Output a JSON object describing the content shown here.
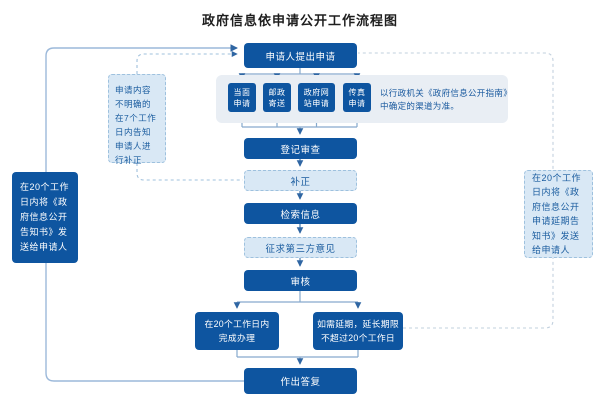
{
  "title": "政府信息依申请公开工作流程图",
  "flow": {
    "start": "申请人提出申请",
    "channels": [
      "当面\n申请",
      "邮政\n寄送",
      "政府网\n站申请",
      "传真\n申请"
    ],
    "channel_note": "以行政机关《政府信息公开指南》\n中确定的渠道为准。",
    "supplement_note": "申请内容不明确的在7个工作日内告知申请人进行补正",
    "steps": {
      "register": "登记审查",
      "supplement": "补正",
      "search": "检索信息",
      "third_party": "征求第三方意见",
      "review": "审核",
      "reply": "作出答复"
    },
    "branches": {
      "normal": "在20个工作日内\n完成办理",
      "delay": "如需延期，延长期限\n不超过20个工作日"
    },
    "left_notice": "在20个工作日内将《政府信息公开告知书》发送给申请人",
    "right_notice": "在20个工作日内将《政府信息公开申请延期告知书》发送给申请人"
  },
  "colors": {
    "primary_box": "#0E55A0",
    "light_fill": "#D9E8F5",
    "light_border": "#9EC1DE",
    "light_text": "#1A5C9F",
    "panel_fill": "#E9EEF4",
    "connector": "#86A9CD",
    "loop_solid": "#9CB9DA",
    "dashed_line": "#AFC7DD",
    "arrow": "#2F66A3"
  }
}
